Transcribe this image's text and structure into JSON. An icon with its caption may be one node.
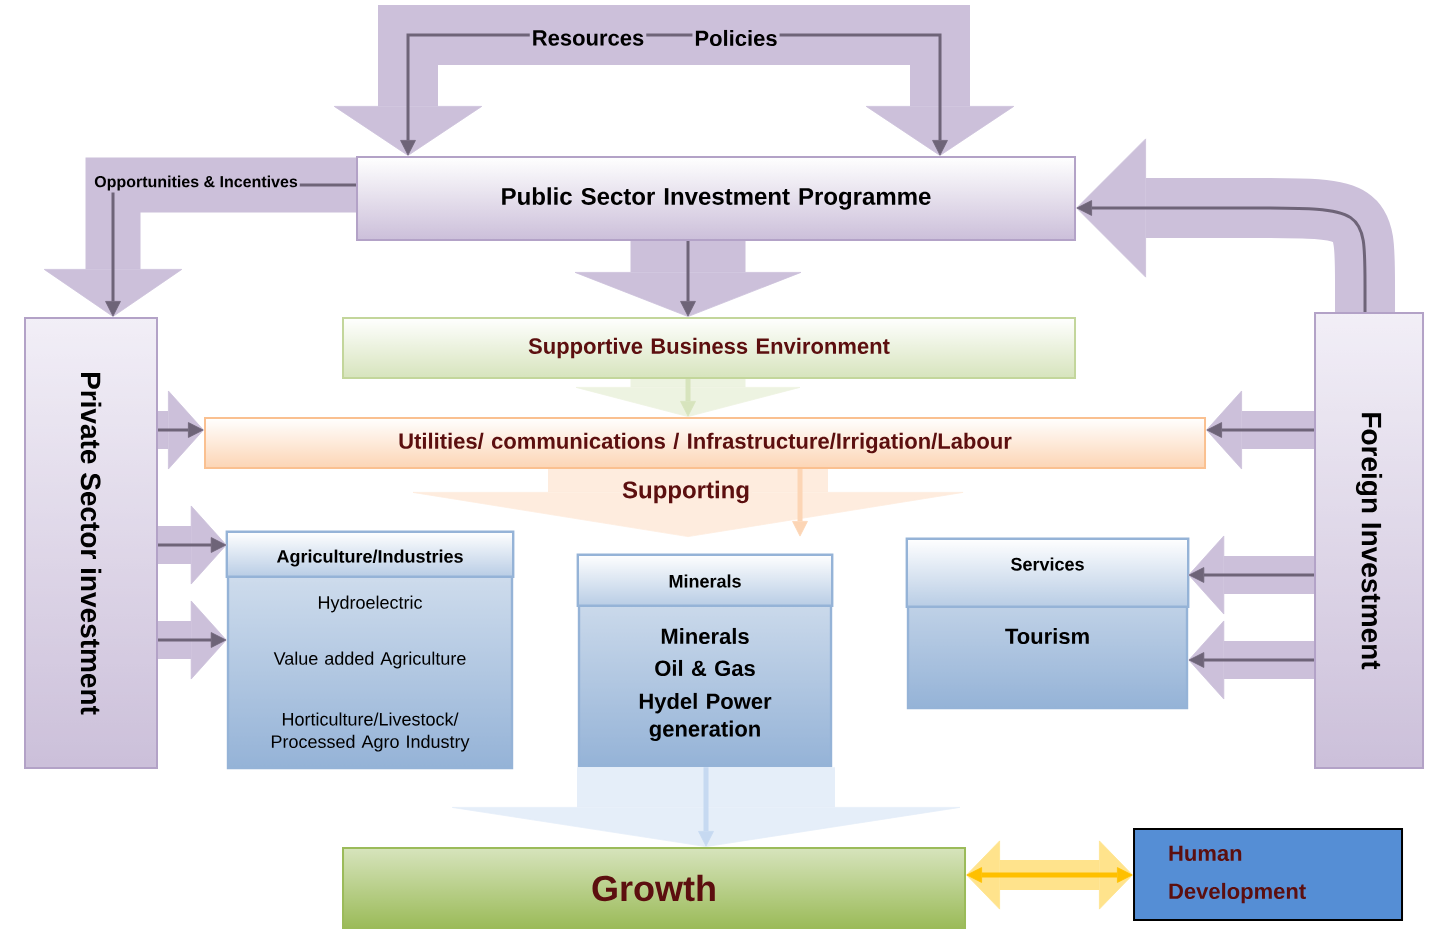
{
  "diagram": {
    "nodes": [
      {
        "text": [
          "Public Sector Investment Programme"
        ]
      },
      {
        "text": [
          "Private Sector investment"
        ]
      },
      {
        "text": [
          "Foreign  Investment"
        ]
      },
      {
        "text": [
          "Supportive Business Environment"
        ]
      },
      {
        "text": [
          "Utilities/ communications / Infrastructure/Irrigation/Labour"
        ]
      },
      {
        "text": [
          "Agriculture/Industries",
          "Hydroelectric",
          "Value added Agriculture",
          "Horticulture/Livestock/ Processed Agro Industry"
        ]
      },
      {
        "text": [
          "Minerals",
          "Minerals",
          "Oil & Gas",
          "Hydel Power generation"
        ]
      },
      {
        "text": [
          "Services",
          "Tourism"
        ]
      },
      {
        "text": [
          "Growth"
        ]
      },
      {
        "text": [
          "Human Development"
        ]
      }
    ],
    "edges": [
      {
        "from": null,
        "to": 0,
        "arrow": "to",
        "label": "Resources"
      },
      {
        "from": null,
        "to": 0,
        "arrow": "to",
        "label": "Policies"
      },
      {
        "from": 0,
        "to": 1,
        "arrow": "to",
        "label": "Opportunities & Incentives"
      },
      {
        "from": 0,
        "to": 3,
        "arrow": "to"
      },
      {
        "from": 3,
        "to": 4,
        "arrow": "to",
        "color": "#d7e4bd"
      },
      {
        "from": 4,
        "to": null,
        "arrow": "to",
        "label": "Supporting",
        "color": "#fcd5b5"
      },
      {
        "from": 1,
        "to": 4,
        "arrow": "to"
      },
      {
        "from": 1,
        "to": 5,
        "arrow": "to"
      },
      {
        "from": 1,
        "to": 5,
        "arrow": "to"
      },
      {
        "from": 2,
        "to": 4,
        "arrow": "to"
      },
      {
        "from": 2,
        "to": 7,
        "arrow": "to"
      },
      {
        "from": 2,
        "to": 7,
        "arrow": "to"
      },
      {
        "from": 2,
        "to": 0,
        "arrow": "to"
      },
      {
        "from": 6,
        "to": 8,
        "arrow": "to",
        "color": "#c6d9f1"
      },
      {
        "from": 8,
        "to": 9,
        "arrow": "both",
        "color": "#ffc000"
      }
    ]
  }
}
